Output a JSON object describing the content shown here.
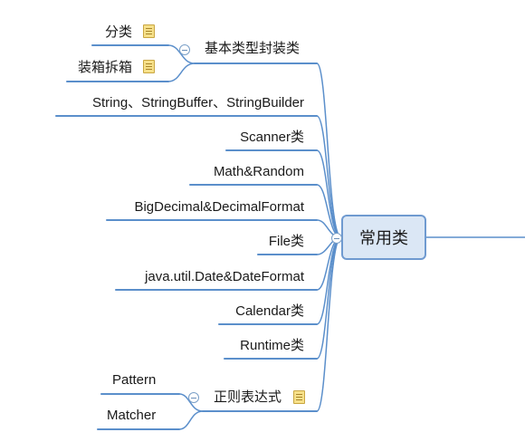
{
  "central": "常用类",
  "nodes": {
    "basic_wrappers": "基本类型封装类",
    "category": "分类",
    "boxing": "装箱拆箱",
    "string": "String、StringBuffer、StringBuilder",
    "scanner": "Scanner类",
    "math": "Math&Random",
    "bigdecimal": "BigDecimal&DecimalFormat",
    "file": "File类",
    "date": "java.util.Date&DateFormat",
    "calendar": "Calendar类",
    "runtime": "Runtime类",
    "regex": "正则表达式",
    "pattern": "Pattern",
    "matcher": "Matcher"
  },
  "colors": {
    "line": "#5b8fcb",
    "central_fill": "#dbe7f5",
    "central_border": "#6f9ad0"
  },
  "icons": [
    "note-icon",
    "collapse-toggle-icon"
  ]
}
